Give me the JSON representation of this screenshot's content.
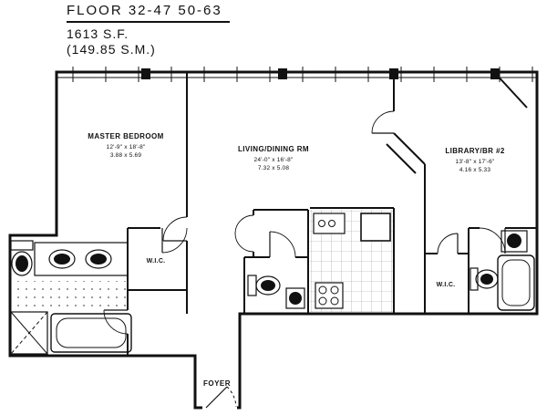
{
  "header": {
    "floor_label": "FLOOR 32-47 50-63",
    "area_sf": "1613 S.F.",
    "area_sm": "(149.85 S.M.)"
  },
  "rooms": {
    "master_bedroom": {
      "name": "MASTER BEDROOM",
      "dims_ft": "12'-9\" x 18'-8\"",
      "dims_m": "3.88 x 5.69"
    },
    "living_dining": {
      "name": "LIVING/DINING RM",
      "dims_ft": "24'-0\" x 16'-8\"",
      "dims_m": "7.32 x 5.08"
    },
    "library_br2": {
      "name": "LIBRARY/BR #2",
      "dims_ft": "13'-8\" x 17'-6\"",
      "dims_m": "4.16 x 5.33"
    },
    "wic_master": {
      "name": "W.I.C."
    },
    "wic_library": {
      "name": "W.I.C."
    },
    "foyer": {
      "name": "FOYER"
    }
  },
  "colors": {
    "line": "#111111",
    "background": "#ffffff",
    "tile_grid": "#999999",
    "tile_dot": "#555555"
  }
}
